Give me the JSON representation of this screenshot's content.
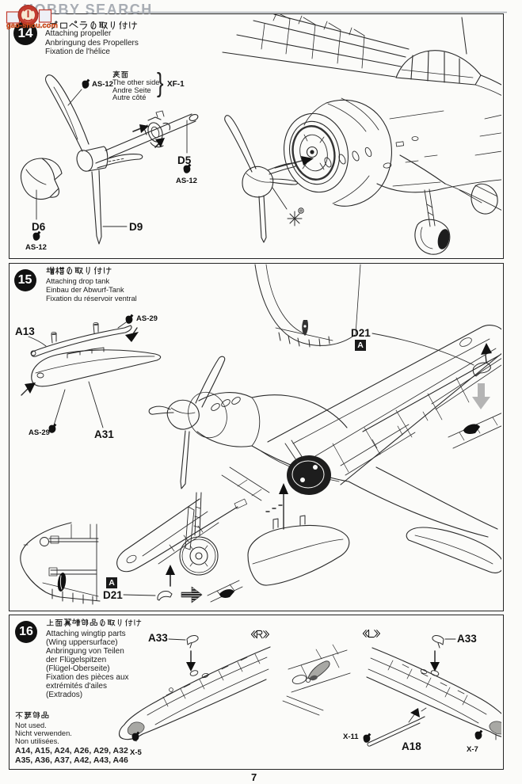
{
  "page_number": "7",
  "watermark": {
    "brand": "HOBBY SEARCH",
    "site": "gao-shou.com",
    "logo_char_1": "高",
    "logo_char_2": "网"
  },
  "colors": {
    "paper": "#fbfbf9",
    "ink": "#1e1e1e",
    "watermark_gray": "#9aa0a8",
    "watermark_red": "#c23b2e",
    "watermark_orange": "#e4581f",
    "shade_gray": "#a8a8a4"
  },
  "steps": [
    {
      "number": "14",
      "title_ja": "プロペラの取り付け",
      "title_en": "Attaching propeller",
      "title_de": "Anbringung des Propellers",
      "title_fr": "Fixation de l'hélice",
      "note": {
        "ja": "裏面",
        "en": "The other side",
        "de": "Andre Seite",
        "fr": "Autre côté",
        "paint": "XF-1"
      },
      "parts": {
        "spinner_front": "D6",
        "propeller": "D9",
        "shaft": "D5"
      },
      "paints": {
        "blade": "AS-12",
        "shaft": "AS-12",
        "spinner": "AS-12"
      }
    },
    {
      "number": "15",
      "title_ja": "増槽の取り付け",
      "title_en": "Attaching drop tank",
      "title_de": "Einbau der Abwurf-Tank",
      "title_fr": "Fixation du réservoir ventral",
      "parts": {
        "rack": "A13",
        "tank": "A31",
        "clip": "D21",
        "clip2": "D21"
      },
      "slot_mark": "A",
      "paints": {
        "tank_top": "AS-29",
        "tank_bottom": "AS-29"
      }
    },
    {
      "number": "16",
      "title_ja": "上面翼端部品の取り付け",
      "title_en": "Attaching wingtip parts",
      "title_en2": "(Wing uppersurface)",
      "title_de": "Anbringung von Teilen",
      "title_de2": "der Flügelspitzen",
      "title_de3": "(Flügel-Oberseite)",
      "title_fr": "Fixation des pièces aux",
      "title_fr2": "extrémités d'ailes",
      "title_fr3": "(Extrados)",
      "wing_right_mark": "《R》",
      "wing_left_mark": "《L》",
      "parts": {
        "tip_part_right": "A33",
        "tip_part_left": "A33",
        "pitot": "A18"
      },
      "paints": {
        "tip_right": "X-5",
        "pitot": "X-11",
        "tip_left": "X-7"
      },
      "not_used": {
        "ja": "不要部品",
        "en": "Not used.",
        "de": "Nicht verwenden.",
        "fr": "Non utilisées.",
        "parts_line1": "A14, A15, A24, A26, A29, A32",
        "parts_line2": "A35, A36, A37, A42, A43, A46"
      }
    }
  ]
}
